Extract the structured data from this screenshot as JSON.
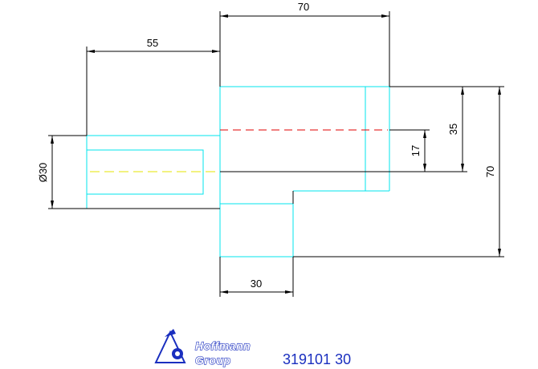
{
  "dimensions": {
    "top_width": "70",
    "left_width": "55",
    "left_diameter": "Ø30",
    "right_height_small": "17",
    "right_height_mid": "35",
    "right_height_total": "70",
    "bottom_width": "30"
  },
  "logo": {
    "line1": "Hoffmann",
    "line2": "Group"
  },
  "part_number": "319101 30",
  "colors": {
    "outline": "#000000",
    "hidden": "#00e5ee",
    "centerline_red": "#e00000",
    "centerline_yellow": "#e6e600",
    "brand": "#1a2fbf"
  }
}
